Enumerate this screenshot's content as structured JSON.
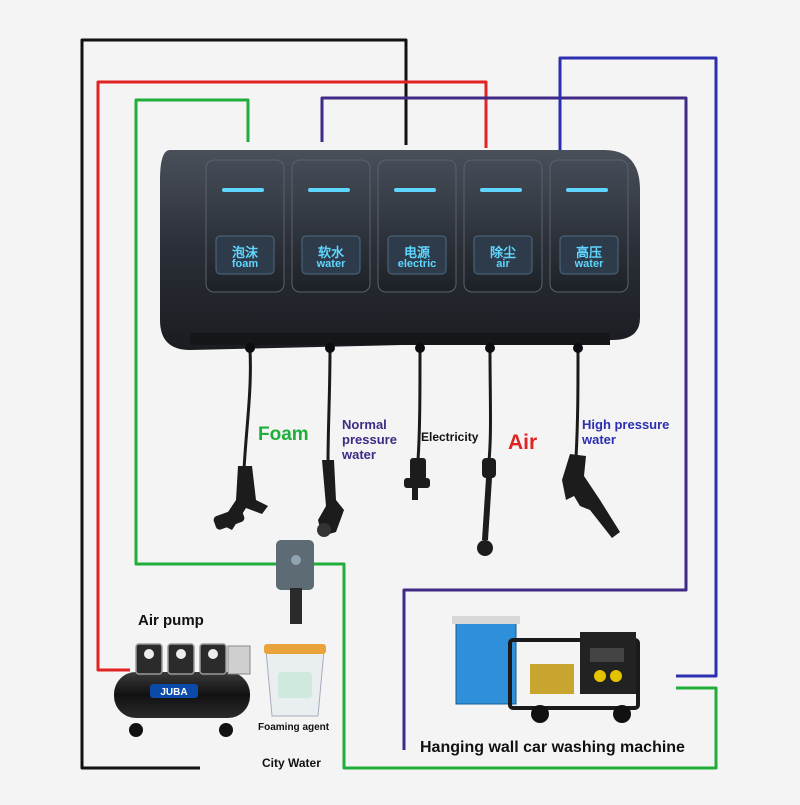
{
  "panel": {
    "slots": [
      {
        "cn": "泡沫",
        "en": "foam"
      },
      {
        "cn": "软水",
        "en": "water"
      },
      {
        "cn": "电源",
        "en": "electric"
      },
      {
        "cn": "除尘",
        "en": "air"
      },
      {
        "cn": "高压",
        "en": "water"
      }
    ]
  },
  "labels": {
    "foam": "Foam",
    "normal_pressure_water": [
      "Normal",
      "pressure",
      "water"
    ],
    "electricity": "Electricity",
    "air": "Air",
    "high_pressure_water": [
      "High pressure",
      "water"
    ],
    "air_pump": "Air pump",
    "foaming_agent": "Foaming agent",
    "city_water": "City Water",
    "machine": "Hanging wall car washing machine"
  },
  "compressor_brand": "JUBA",
  "colors": {
    "black_wire": "#111111",
    "red_wire": "#e02424",
    "green_wire": "#1fae3a",
    "purple_wire": "#3f2a86",
    "blue_wire": "#2b2fb0",
    "panel_body": "#2a2e36",
    "slot_glow": "#5fd6ff",
    "tank_blue": "#2f8fd8"
  }
}
